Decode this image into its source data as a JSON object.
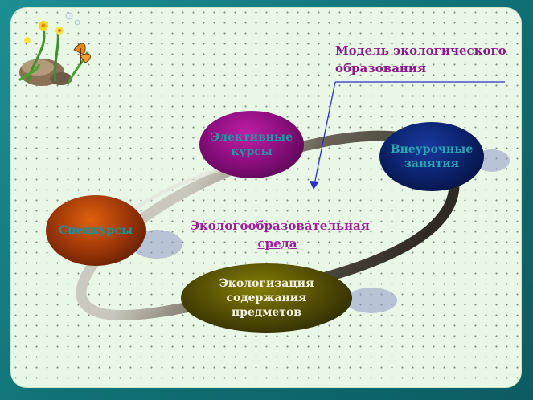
{
  "title": {
    "line1": "Модель экологического",
    "line2": "образования"
  },
  "center": {
    "line1": "Экологообразовательная",
    "line2": "среда"
  },
  "nodes": {
    "elective": {
      "line1": "Элективные",
      "line2": "курсы",
      "color": "#a01590"
    },
    "extracurricular": {
      "line1": "Внеурочные",
      "line2": "занятия",
      "color": "#0c2470"
    },
    "specialcourses": {
      "line1": "Спецкурсы",
      "color": "#b8460a"
    },
    "ecologization": {
      "line1": "Экологизация",
      "line2": "содержания",
      "line3": "предметов",
      "color": "#5e5a05"
    }
  },
  "colors": {
    "frame": "#12797e",
    "panel": "#e9f8e6",
    "title_text": "#8b1a8b",
    "arrow": "#2d2fc6"
  },
  "decor": {
    "icon": "flowers-butterfly-stone-icon"
  }
}
